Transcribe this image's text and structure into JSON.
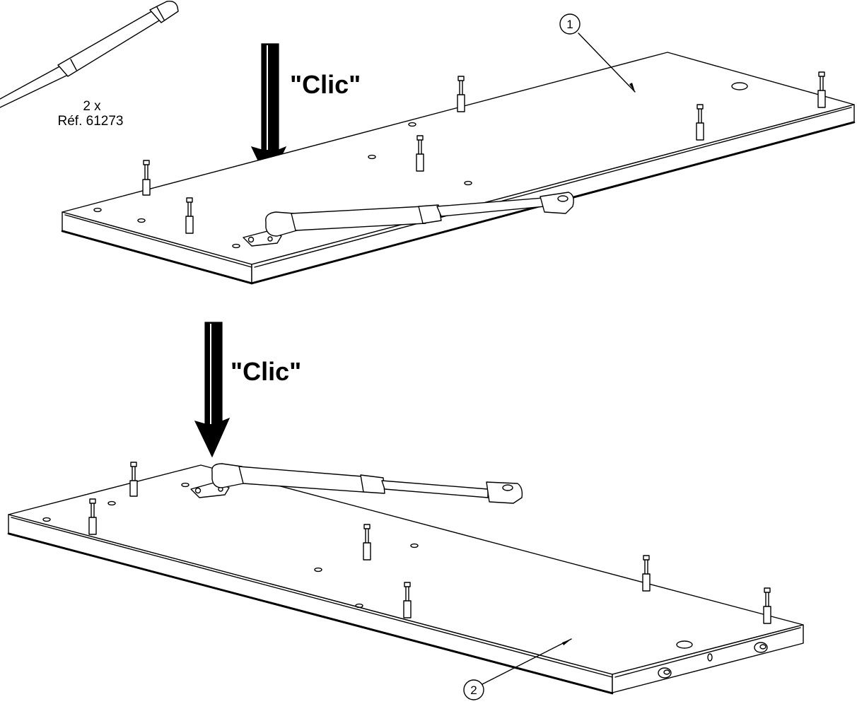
{
  "labels": {
    "clic_top": "\"Clic\"",
    "clic_bottom": "\"Clic\"",
    "quantity": "2 x",
    "reference": "Réf. 61273",
    "callout_1": "1",
    "callout_2": "2"
  },
  "colors": {
    "line": "#000000",
    "background": "#ffffff",
    "arrow_shade": "#000000"
  }
}
